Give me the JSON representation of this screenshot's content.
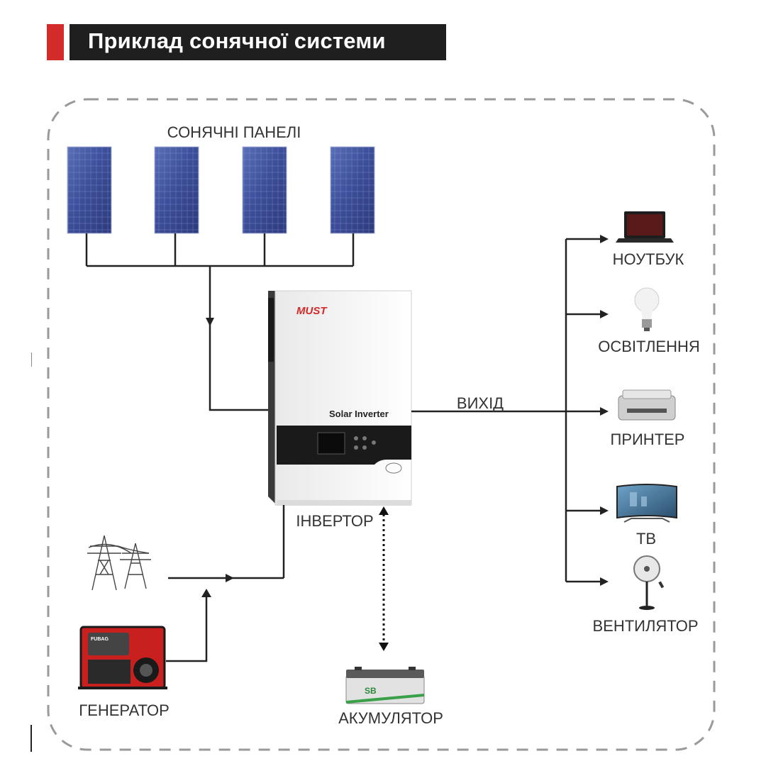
{
  "title": "Приклад сонячної системи",
  "labels": {
    "panels": "СОНЯЧНІ ПАНЕЛІ",
    "inverter": "ІНВЕРТОР",
    "output": "ВИХІД",
    "generator": "ГЕНЕРАТОР",
    "battery": "АКУМУЛЯТОР"
  },
  "devices": [
    {
      "label": "НОУТБУК",
      "icon": "laptop-icon"
    },
    {
      "label": "ОСВІТЛЕННЯ",
      "icon": "light-bulb-icon"
    },
    {
      "label": "ПРИНТЕР",
      "icon": "printer-icon"
    },
    {
      "label": "ТВ",
      "icon": "tv-icon"
    },
    {
      "label": "ВЕНТИЛЯТОР",
      "icon": "fan-icon"
    }
  ],
  "inverter_brand": "MUST",
  "inverter_model_text": "Solar Inverter",
  "battery_brand": "SB",
  "generator_brand": "FUBAG",
  "colors": {
    "accent_red": "#d32a2a",
    "title_bg": "#1f1f1f",
    "panel_blue": "#3d4f9a",
    "frame_dash": "#9a9a9a"
  }
}
